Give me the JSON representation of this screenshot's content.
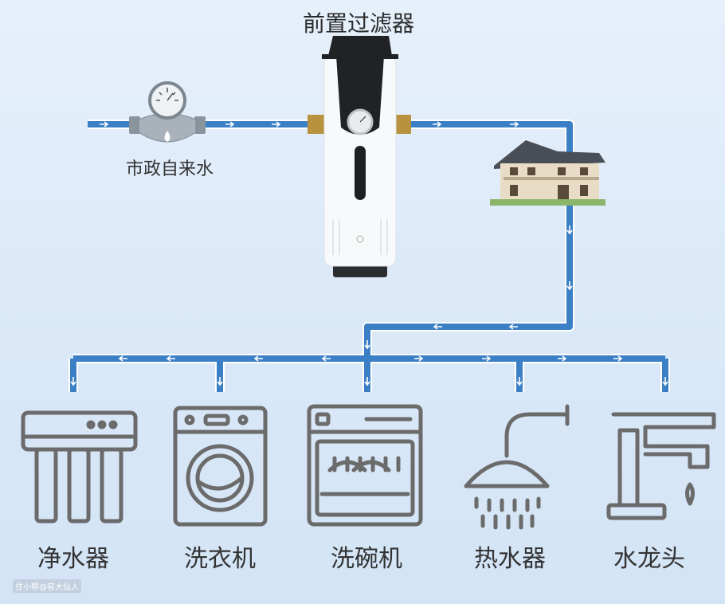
{
  "title": "前置过滤器",
  "meter_label": "市政自来水",
  "devices": [
    {
      "label": "净水器",
      "icon": "water-purifier-icon"
    },
    {
      "label": "洗衣机",
      "icon": "washing-machine-icon"
    },
    {
      "label": "洗碗机",
      "icon": "dishwasher-icon"
    },
    {
      "label": "热水器",
      "icon": "shower-icon"
    },
    {
      "label": "水龙头",
      "icon": "faucet-icon"
    }
  ],
  "watermark": "住小帮@容大仙人",
  "colors": {
    "pipe": "#3b80c6",
    "icon": "#6b6b6b",
    "background": "#e3eefa"
  }
}
